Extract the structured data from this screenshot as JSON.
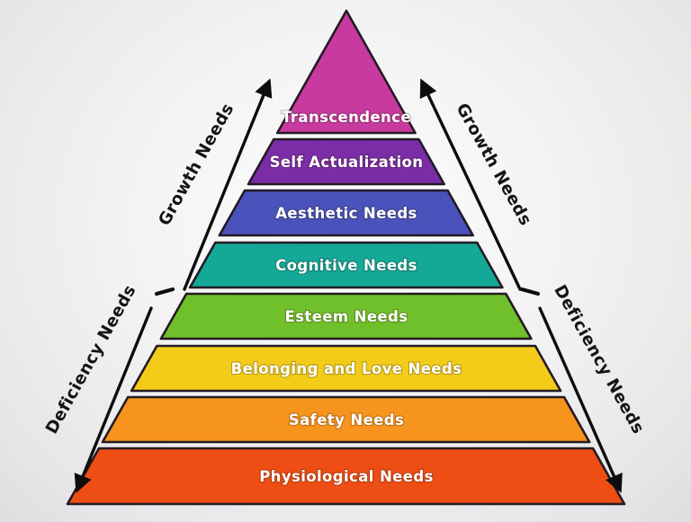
{
  "chart_data": {
    "type": "pyramid",
    "levels": [
      {
        "rank": 1,
        "label": "Transcendence",
        "color": "#c83a9f",
        "group": "Growth Needs"
      },
      {
        "rank": 2,
        "label": "Self Actualization",
        "color": "#7a2da6",
        "group": "Growth Needs"
      },
      {
        "rank": 3,
        "label": "Aesthetic Needs",
        "color": "#4a52bb",
        "group": "Growth Needs"
      },
      {
        "rank": 4,
        "label": "Cognitive Needs",
        "color": "#13a897",
        "group": "Growth Needs"
      },
      {
        "rank": 5,
        "label": "Esteem Needs",
        "color": "#6fc02a",
        "group": "Deficiency Needs"
      },
      {
        "rank": 6,
        "label": "Belonging and Love Needs",
        "color": "#f2cc18",
        "group": "Deficiency Needs"
      },
      {
        "rank": 7,
        "label": "Safety Needs",
        "color": "#f7941d",
        "group": "Deficiency Needs"
      },
      {
        "rank": 8,
        "label": "Physiological Needs",
        "color": "#ee4d14",
        "group": "Deficiency Needs"
      }
    ],
    "annotations": {
      "growth_label": "Growth Needs",
      "deficiency_label": "Deficiency Needs"
    },
    "style": {
      "band_border_color": "#241a24",
      "band_label_color": "#ffffff",
      "annotation_color": "#141414"
    },
    "legend_position": "sides",
    "orientation": "apex-top"
  }
}
